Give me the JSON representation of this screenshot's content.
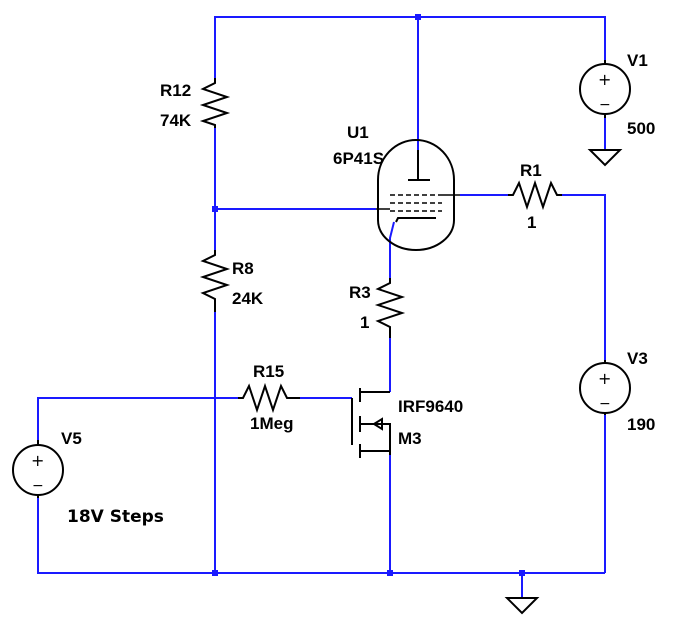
{
  "colors": {
    "wire": "#1a1aff",
    "component": "#000000",
    "background": "#ffffff"
  },
  "components": {
    "R12": {
      "ref": "R12",
      "value": "74K"
    },
    "R8": {
      "ref": "R8",
      "value": "24K"
    },
    "R1": {
      "ref": "R1",
      "value": "1"
    },
    "R3": {
      "ref": "R3",
      "value": "1"
    },
    "R15": {
      "ref": "R15",
      "value": "1Meg"
    },
    "U1": {
      "ref": "U1",
      "value": "6P41S"
    },
    "M3": {
      "ref": "M3",
      "value": "IRF9640"
    },
    "V1": {
      "ref": "V1",
      "value": "500"
    },
    "V3": {
      "ref": "V3",
      "value": "190"
    },
    "V5": {
      "ref": "V5",
      "note": "18V Steps"
    }
  },
  "symbols": {
    "plus": "+",
    "minus": "−"
  }
}
